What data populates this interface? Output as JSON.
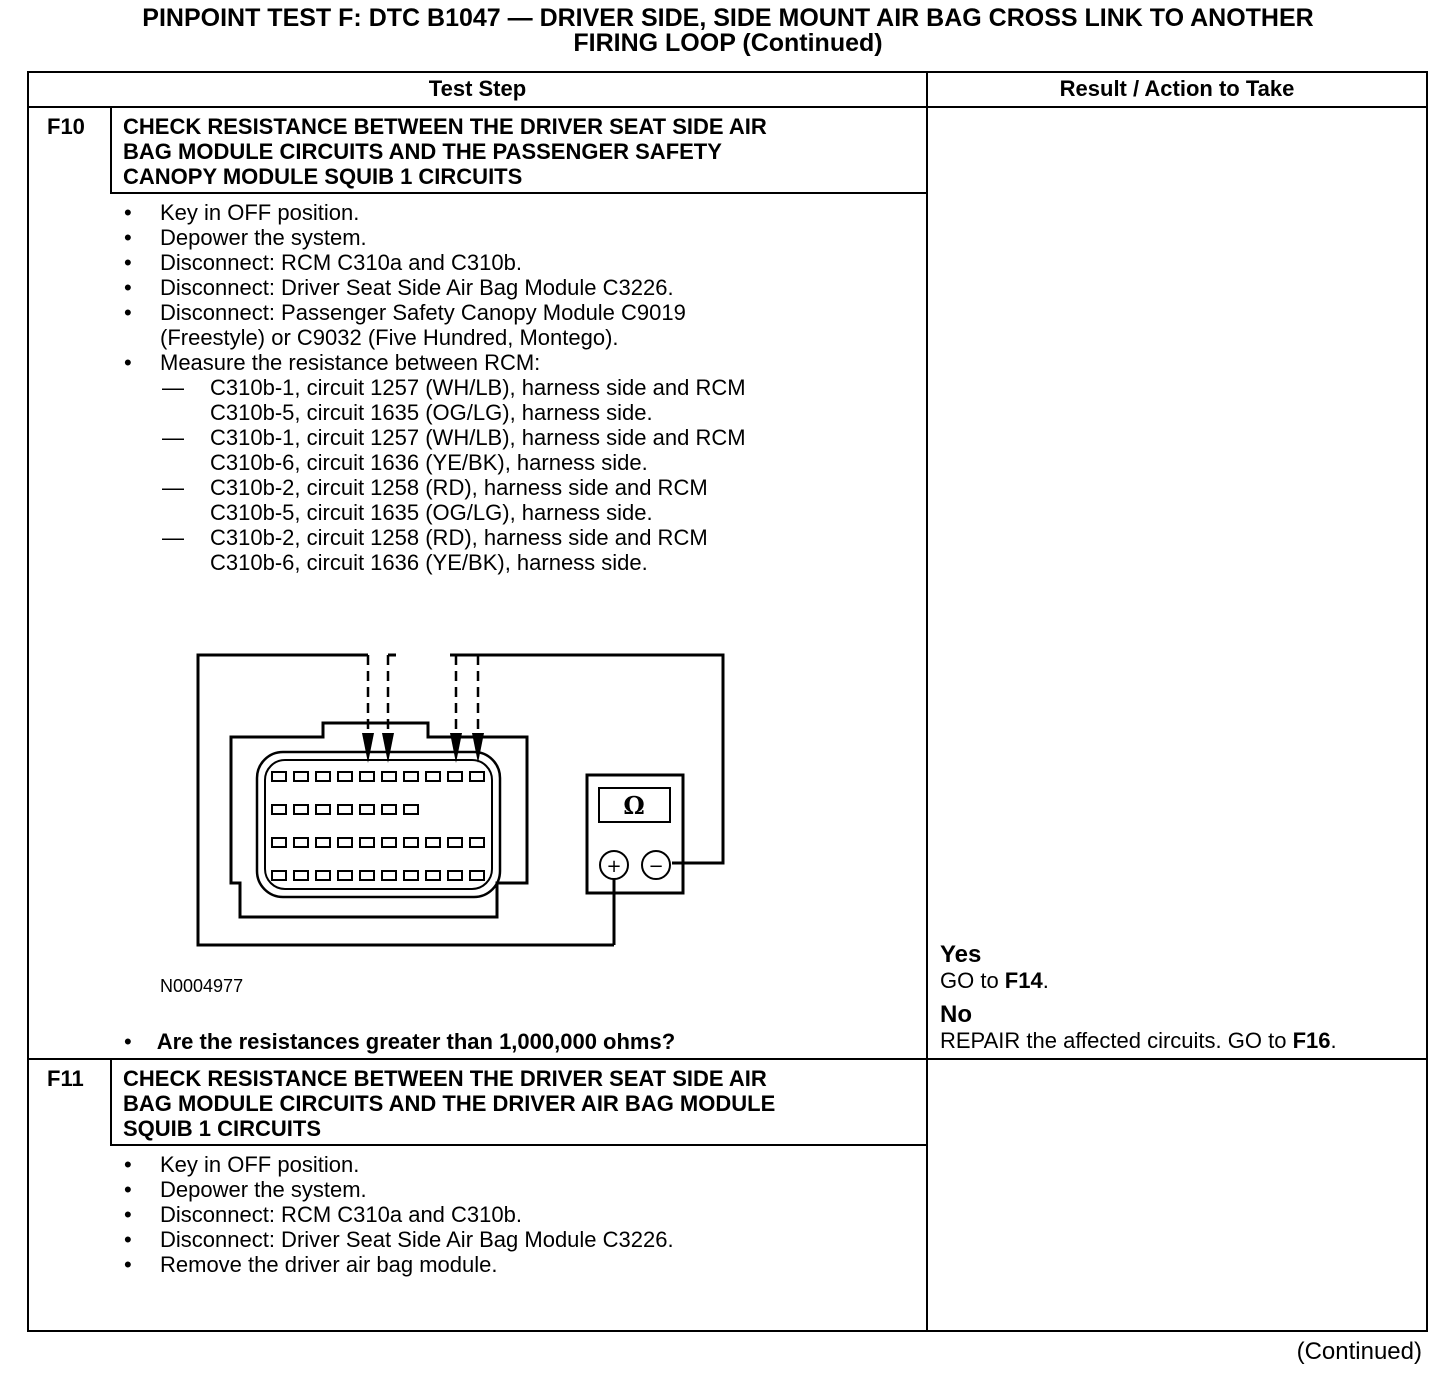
{
  "title": {
    "line1": "PINPOINT TEST F: DTC B1047 — DRIVER SIDE, SIDE MOUNT AIR BAG CROSS LINK TO ANOTHER",
    "line2": "FIRING LOOP (Continued)"
  },
  "table": {
    "header_step": "Test Step",
    "header_result": "Result / Action to Take"
  },
  "f10": {
    "id": "F10",
    "title_lines": [
      "CHECK RESISTANCE BETWEEN THE DRIVER SEAT SIDE AIR",
      "BAG MODULE CIRCUITS AND THE PASSENGER SAFETY",
      "CANOPY MODULE SQUIB 1 CIRCUITS"
    ],
    "bullets": [
      "Key in OFF position.",
      "Depower the system.",
      "Disconnect: RCM C310a and C310b.",
      "Disconnect: Driver Seat Side Air Bag Module C3226.",
      "Disconnect: Passenger Safety Canopy Module C9019",
      "(Freestyle) or C9032 (Five Hundred, Montego).",
      "Measure the resistance between RCM:"
    ],
    "subitems": [
      [
        "C310b-1, circuit 1257 (WH/LB), harness side and RCM",
        "C310b-5, circuit 1635 (OG/LG), harness side."
      ],
      [
        "C310b-1, circuit 1257 (WH/LB), harness side and RCM",
        "C310b-6, circuit 1636 (YE/BK), harness side."
      ],
      [
        "C310b-2, circuit 1258 (RD), harness side and RCM",
        "C310b-5, circuit 1635 (OG/LG), harness side."
      ],
      [
        "C310b-2, circuit 1258 (RD), harness side and RCM",
        "C310b-6, circuit 1636 (YE/BK), harness side."
      ]
    ],
    "figure_id": "N0004977",
    "question": "Are the resistances greater than 1,000,000 ohms?",
    "result": {
      "yes_label": "Yes",
      "yes_text": "GO to ",
      "yes_target": "F14",
      "yes_end": ".",
      "no_label": "No",
      "no_text": "REPAIR the affected circuits. GO to ",
      "no_target": "F16",
      "no_end": "."
    }
  },
  "f11": {
    "id": "F11",
    "title_lines": [
      "CHECK RESISTANCE BETWEEN THE DRIVER SEAT SIDE AIR",
      "BAG MODULE CIRCUITS AND THE DRIVER AIR BAG MODULE",
      "SQUIB 1 CIRCUITS"
    ],
    "bullets": [
      "Key in OFF position.",
      "Depower the system.",
      "Disconnect: RCM C310a and C310b.",
      "Disconnect: Driver Seat Side Air Bag Module C3226.",
      "Remove the driver air bag module."
    ]
  },
  "diagram": {
    "meter_symbol": "Ω",
    "plus": "+",
    "minus": "−"
  },
  "footer": "(Continued)"
}
